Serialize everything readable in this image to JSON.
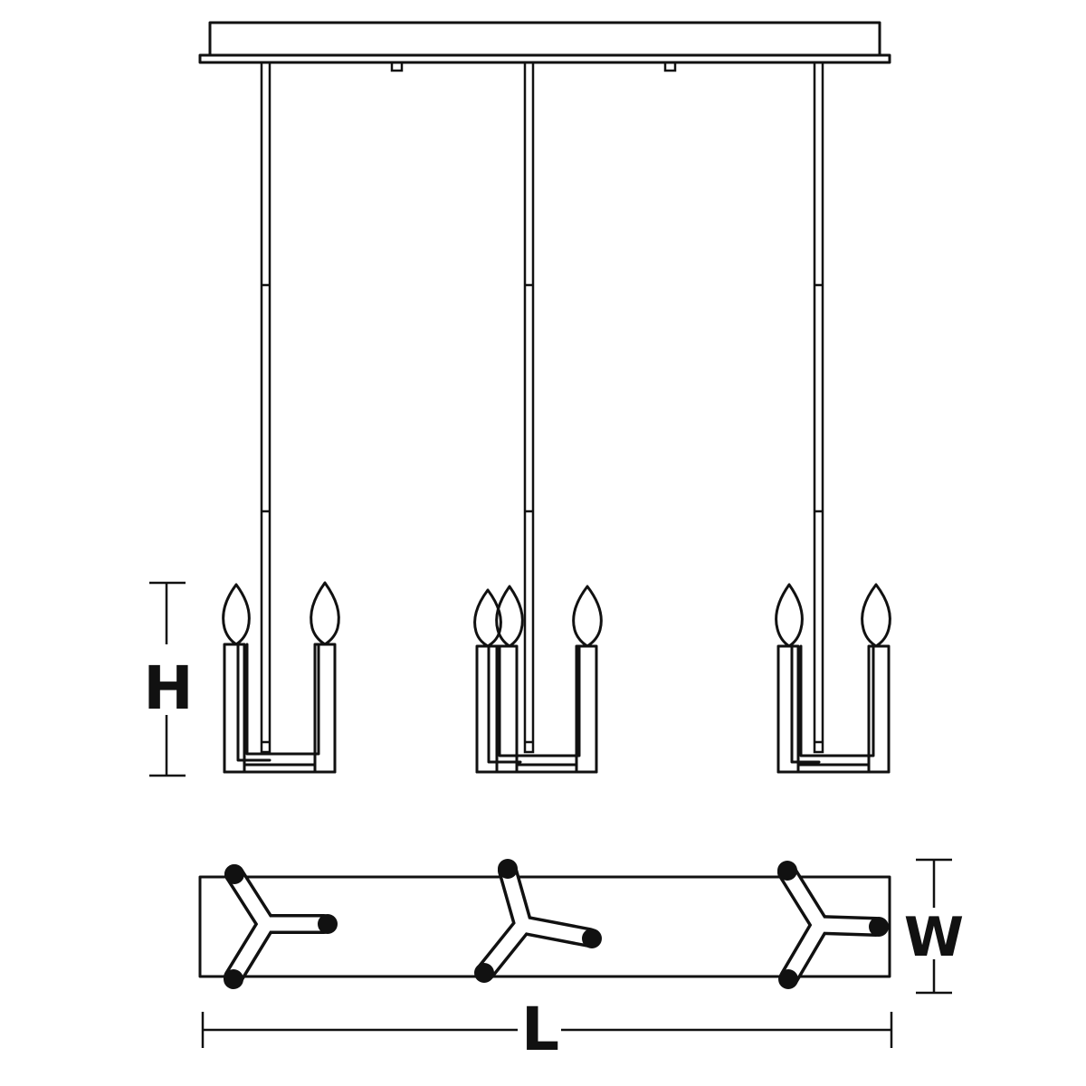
{
  "dimensions": {
    "height_label": "H",
    "width_label": "W",
    "length_label": "L"
  },
  "colors": {
    "line": "#111111",
    "background": "#ffffff"
  },
  "front_view": {
    "clusters": 3
  },
  "top_view": {
    "hubs": 3
  }
}
